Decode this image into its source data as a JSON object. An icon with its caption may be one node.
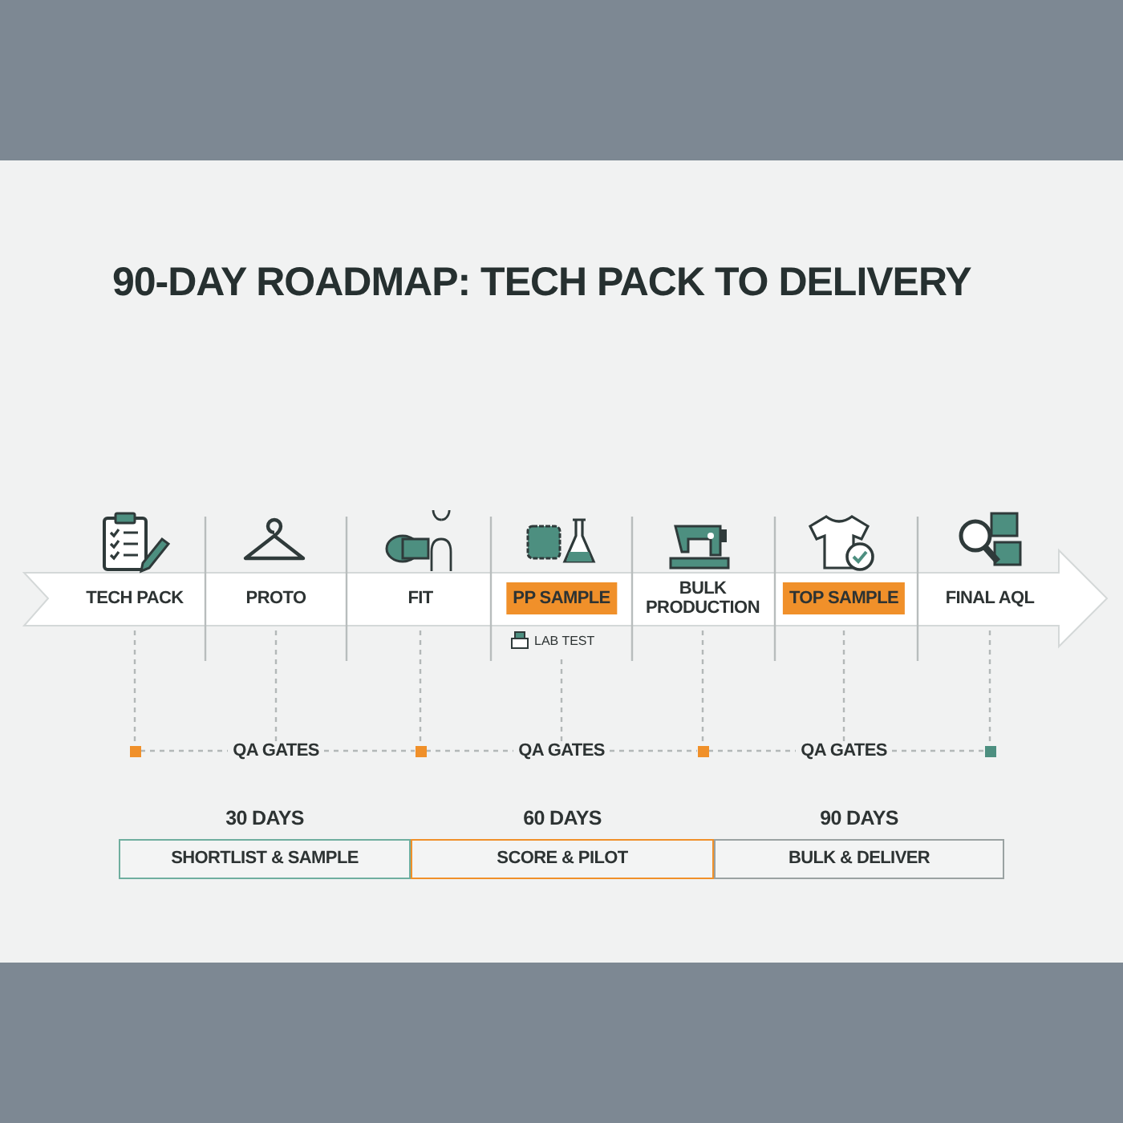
{
  "diagram": {
    "title": "90-DAY ROADMAP: TECH PACK TO DELIVERY",
    "nodes": [
      {
        "text": [
          "TECH PACK"
        ]
      },
      {
        "text": [
          "PROTO"
        ]
      },
      {
        "text": [
          "FIT"
        ]
      },
      {
        "text": [
          "PP SAMPLE"
        ],
        "beside": [
          "LAB TEST"
        ]
      },
      {
        "text": [
          "BULK PRODUCTION"
        ]
      },
      {
        "text": [
          "TOP SAMPLE"
        ]
      },
      {
        "text": [
          "FINAL AQL"
        ]
      },
      {
        "text": [],
        "shape": "box"
      },
      {
        "text": [
          "QA GATES"
        ]
      },
      {
        "text": [],
        "shape": "box"
      },
      {
        "text": [
          "QA GATES"
        ]
      },
      {
        "text": [],
        "shape": "box"
      },
      {
        "text": [
          "QA GATES"
        ]
      },
      {
        "text": [],
        "shape": "box"
      },
      {
        "text": [
          "30 DAYS",
          "SHORTLIST & SAMPLE"
        ]
      },
      {
        "text": [
          "60 DAYS",
          "SCORE & PILOT"
        ]
      },
      {
        "text": [
          "90 DAYS",
          "BULK & DELIVER"
        ]
      }
    ],
    "edges": [
      {
        "from": 0,
        "to": 7,
        "arrow": "none",
        "style": "dashed"
      },
      {
        "from": 1,
        "to": 8,
        "arrow": "none",
        "style": "dashed"
      },
      {
        "from": 2,
        "to": 9,
        "arrow": "none",
        "style": "dashed"
      },
      {
        "from": 3,
        "to": 10,
        "arrow": "none",
        "style": "dashed"
      },
      {
        "from": 4,
        "to": 11,
        "arrow": "none",
        "style": "dashed"
      },
      {
        "from": 5,
        "to": 12,
        "arrow": "none",
        "style": "dashed"
      },
      {
        "from": 6,
        "to": 13,
        "arrow": "none",
        "style": "dashed"
      },
      {
        "from": 7,
        "to": 8,
        "arrow": "none",
        "style": "dashed"
      },
      {
        "from": 8,
        "to": 9,
        "arrow": "none",
        "style": "dashed"
      },
      {
        "from": 9,
        "to": 10,
        "arrow": "none",
        "style": "dashed"
      },
      {
        "from": 10,
        "to": 11,
        "arrow": "none",
        "style": "dashed"
      },
      {
        "from": 11,
        "to": 12,
        "arrow": "none",
        "style": "dashed"
      },
      {
        "from": 12,
        "to": 13,
        "arrow": "none",
        "style": "dashed"
      }
    ]
  }
}
